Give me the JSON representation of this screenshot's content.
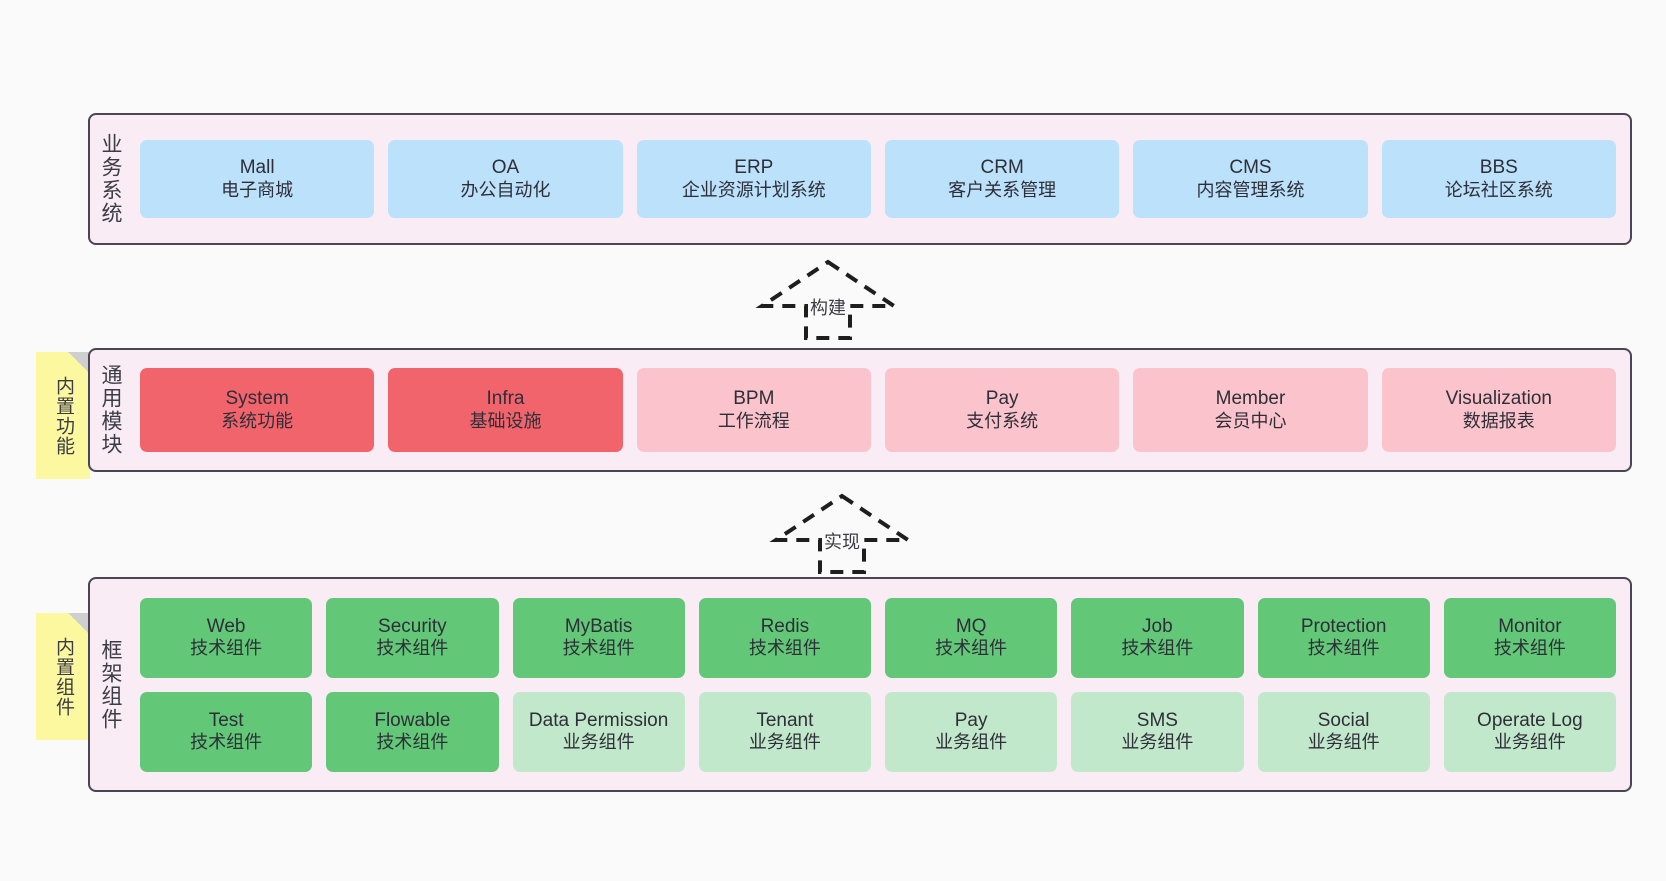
{
  "diagram": {
    "background": "#fafafa",
    "layer_fill": "#f9ecf5",
    "layer_border": "#4a4453",
    "colors": {
      "business": "#bbe1fb",
      "module_core": "#f2646c",
      "module_other": "#fbc3cb",
      "tech_component": "#62c878",
      "biz_component": "#c2e8cb",
      "note": "#fbf8a0",
      "note_fold": "#cfcfcf",
      "text": "#3c3c46"
    }
  },
  "layers": {
    "business": {
      "title": "业务系统",
      "cards": [
        {
          "name": "Mall",
          "desc": "电子商城",
          "color": "blue"
        },
        {
          "name": "OA",
          "desc": "办公自动化",
          "color": "blue"
        },
        {
          "name": "ERP",
          "desc": "企业资源计划系统",
          "color": "blue"
        },
        {
          "name": "CRM",
          "desc": "客户关系管理",
          "color": "blue"
        },
        {
          "name": "CMS",
          "desc": "内容管理系统",
          "color": "blue"
        },
        {
          "name": "BBS",
          "desc": "论坛社区系统",
          "color": "blue"
        }
      ]
    },
    "module": {
      "title": "通用模块",
      "note": "内置功能",
      "cards": [
        {
          "name": "System",
          "desc": "系统功能",
          "color": "red"
        },
        {
          "name": "Infra",
          "desc": "基础设施",
          "color": "red"
        },
        {
          "name": "BPM",
          "desc": "工作流程",
          "color": "pink"
        },
        {
          "name": "Pay",
          "desc": "支付系统",
          "color": "pink"
        },
        {
          "name": "Member",
          "desc": "会员中心",
          "color": "pink"
        },
        {
          "name": "Visualization",
          "desc": "数据报表",
          "color": "pink"
        }
      ]
    },
    "framework": {
      "title": "框架组件",
      "note": "内置组件",
      "row1": [
        {
          "name": "Web",
          "desc": "技术组件",
          "color": "green"
        },
        {
          "name": "Security",
          "desc": "技术组件",
          "color": "green"
        },
        {
          "name": "MyBatis",
          "desc": "技术组件",
          "color": "green"
        },
        {
          "name": "Redis",
          "desc": "技术组件",
          "color": "green"
        },
        {
          "name": "MQ",
          "desc": "技术组件",
          "color": "green"
        },
        {
          "name": "Job",
          "desc": "技术组件",
          "color": "green"
        },
        {
          "name": "Protection",
          "desc": "技术组件",
          "color": "green"
        },
        {
          "name": "Monitor",
          "desc": "技术组件",
          "color": "green"
        }
      ],
      "row2": [
        {
          "name": "Test",
          "desc": "技术组件",
          "color": "green"
        },
        {
          "name": "Flowable",
          "desc": "技术组件",
          "color": "green"
        },
        {
          "name": "Data Permission",
          "desc": "业务组件",
          "color": "green-light"
        },
        {
          "name": "Tenant",
          "desc": "业务组件",
          "color": "green-light"
        },
        {
          "name": "Pay",
          "desc": "业务组件",
          "color": "green-light"
        },
        {
          "name": "SMS",
          "desc": "业务组件",
          "color": "green-light"
        },
        {
          "name": "Social",
          "desc": "业务组件",
          "color": "green-light"
        },
        {
          "name": "Operate Log",
          "desc": "业务组件",
          "color": "green-light"
        }
      ]
    }
  },
  "connectors": [
    {
      "id": "build",
      "label": "构建",
      "from": "module",
      "to": "business",
      "style": "dashed-hollow-arrow"
    },
    {
      "id": "implement",
      "label": "实现",
      "from": "framework",
      "to": "module",
      "style": "dashed-hollow-arrow"
    }
  ]
}
